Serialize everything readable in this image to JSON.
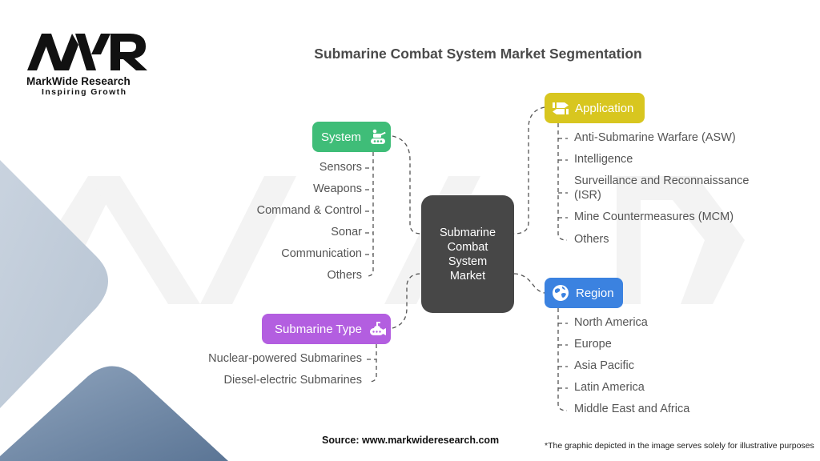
{
  "logo": {
    "mark": "MWR",
    "brand": "MarkWide Research",
    "tagline": "Inspiring Growth"
  },
  "title": "Submarine Combat System Market Segmentation",
  "center": {
    "label": "Submarine Combat System Market",
    "color": "#474747"
  },
  "segments": {
    "system": {
      "label": "System",
      "icon": "tank-icon",
      "color": "#3fbd78",
      "items": [
        "Sensors",
        "Weapons",
        "Command & Control",
        "Sonar",
        "Communication",
        "Others"
      ]
    },
    "application": {
      "label": "Application",
      "icon": "ammo-icon",
      "color": "#d8c61f",
      "items": [
        "Anti-Submarine Warfare (ASW)",
        "Intelligence",
        "Surveillance and Reconnaissance",
        "(ISR)",
        "Mine Countermeasures (MCM)",
        "Others"
      ]
    },
    "submarine_type": {
      "label": "Submarine Type",
      "icon": "submarine-icon",
      "color": "#b35ee0",
      "items": [
        "Nuclear-powered Submarines",
        "Diesel-electric Submarines"
      ]
    },
    "region": {
      "label": "Region",
      "icon": "globe-icon",
      "color": "#3b82e0",
      "items": [
        "North America",
        "Europe",
        "Asia Pacific",
        "Latin America",
        "Middle East and Africa"
      ]
    }
  },
  "footer": {
    "source": "Source: www.markwideresearch.com",
    "disclaimer": "*The graphic depicted in the image serves solely for illustrative purposes"
  }
}
